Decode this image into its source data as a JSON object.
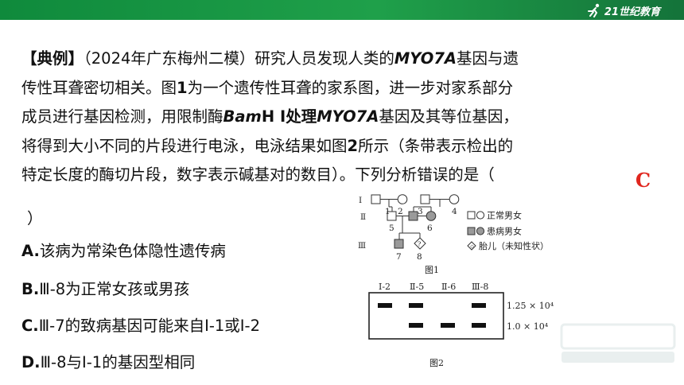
{
  "header": {
    "logo_text": "21世纪教育"
  },
  "question": {
    "lines": [
      [
        {
          "t": "【典例】",
          "s": "b"
        },
        {
          "t": "（2024年广东梅州二模）研究人员发现人类的",
          "s": ""
        },
        {
          "t": "MYO7A",
          "s": "bi"
        },
        {
          "t": "基因与遗",
          "s": ""
        }
      ],
      [
        {
          "t": "传性耳聋密切相关。图",
          "s": ""
        },
        {
          "t": "1",
          "s": "b"
        },
        {
          "t": "为一个遗传性耳聋的家系图，进一步对家系部分",
          "s": ""
        }
      ],
      [
        {
          "t": "成员进行基因检测，用限制酶",
          "s": ""
        },
        {
          "t": "Bam",
          "s": "bi"
        },
        {
          "t": "H Ⅰ处理",
          "s": "b"
        },
        {
          "t": "MYO7A",
          "s": "bi"
        },
        {
          "t": "基因及其等位基因，",
          "s": ""
        }
      ],
      [
        {
          "t": "将得到大小不同的片段进行电泳，电泳结果如图",
          "s": ""
        },
        {
          "t": "2",
          "s": "b"
        },
        {
          "t": "所示（条带表示检出的",
          "s": ""
        }
      ],
      [
        {
          "t": "特定长度的酶切片段，数字表示碱基对的数目）。下列分析错误的是（",
          "s": ""
        }
      ]
    ],
    "close_paren": "）",
    "answer": "C"
  },
  "options": [
    {
      "key": "A.",
      "text": "该病为常染色体隐性遗传病"
    },
    {
      "key": "B.",
      "text": "Ⅲ-8为正常女孩或男孩"
    },
    {
      "key": "C.",
      "text": "Ⅲ-7的致病基因可能来自Ⅰ-1或Ⅰ-2"
    },
    {
      "key": "D.",
      "text": "Ⅲ-8与Ⅰ-1的基因型相同"
    }
  ],
  "figure1": {
    "generations": [
      "Ⅰ",
      "Ⅱ",
      "Ⅲ"
    ],
    "numbers": [
      "1",
      "2",
      "3",
      "4",
      "5",
      "6",
      "7",
      "8"
    ],
    "fetus_mark": "?",
    "legend": [
      "正常男女",
      "患病男女",
      "胎儿（未知性状）"
    ],
    "caption": "图1"
  },
  "figure2": {
    "lanes": [
      "Ⅰ-2",
      "Ⅱ-5",
      "Ⅱ-6",
      "Ⅲ-8"
    ],
    "band_labels": [
      "1.25 × 10⁴",
      "1.0 × 10⁴"
    ],
    "caption": "图2",
    "band_presence": {
      "upper": [
        true,
        true,
        false,
        true
      ],
      "lower": [
        false,
        true,
        true,
        true
      ]
    }
  }
}
